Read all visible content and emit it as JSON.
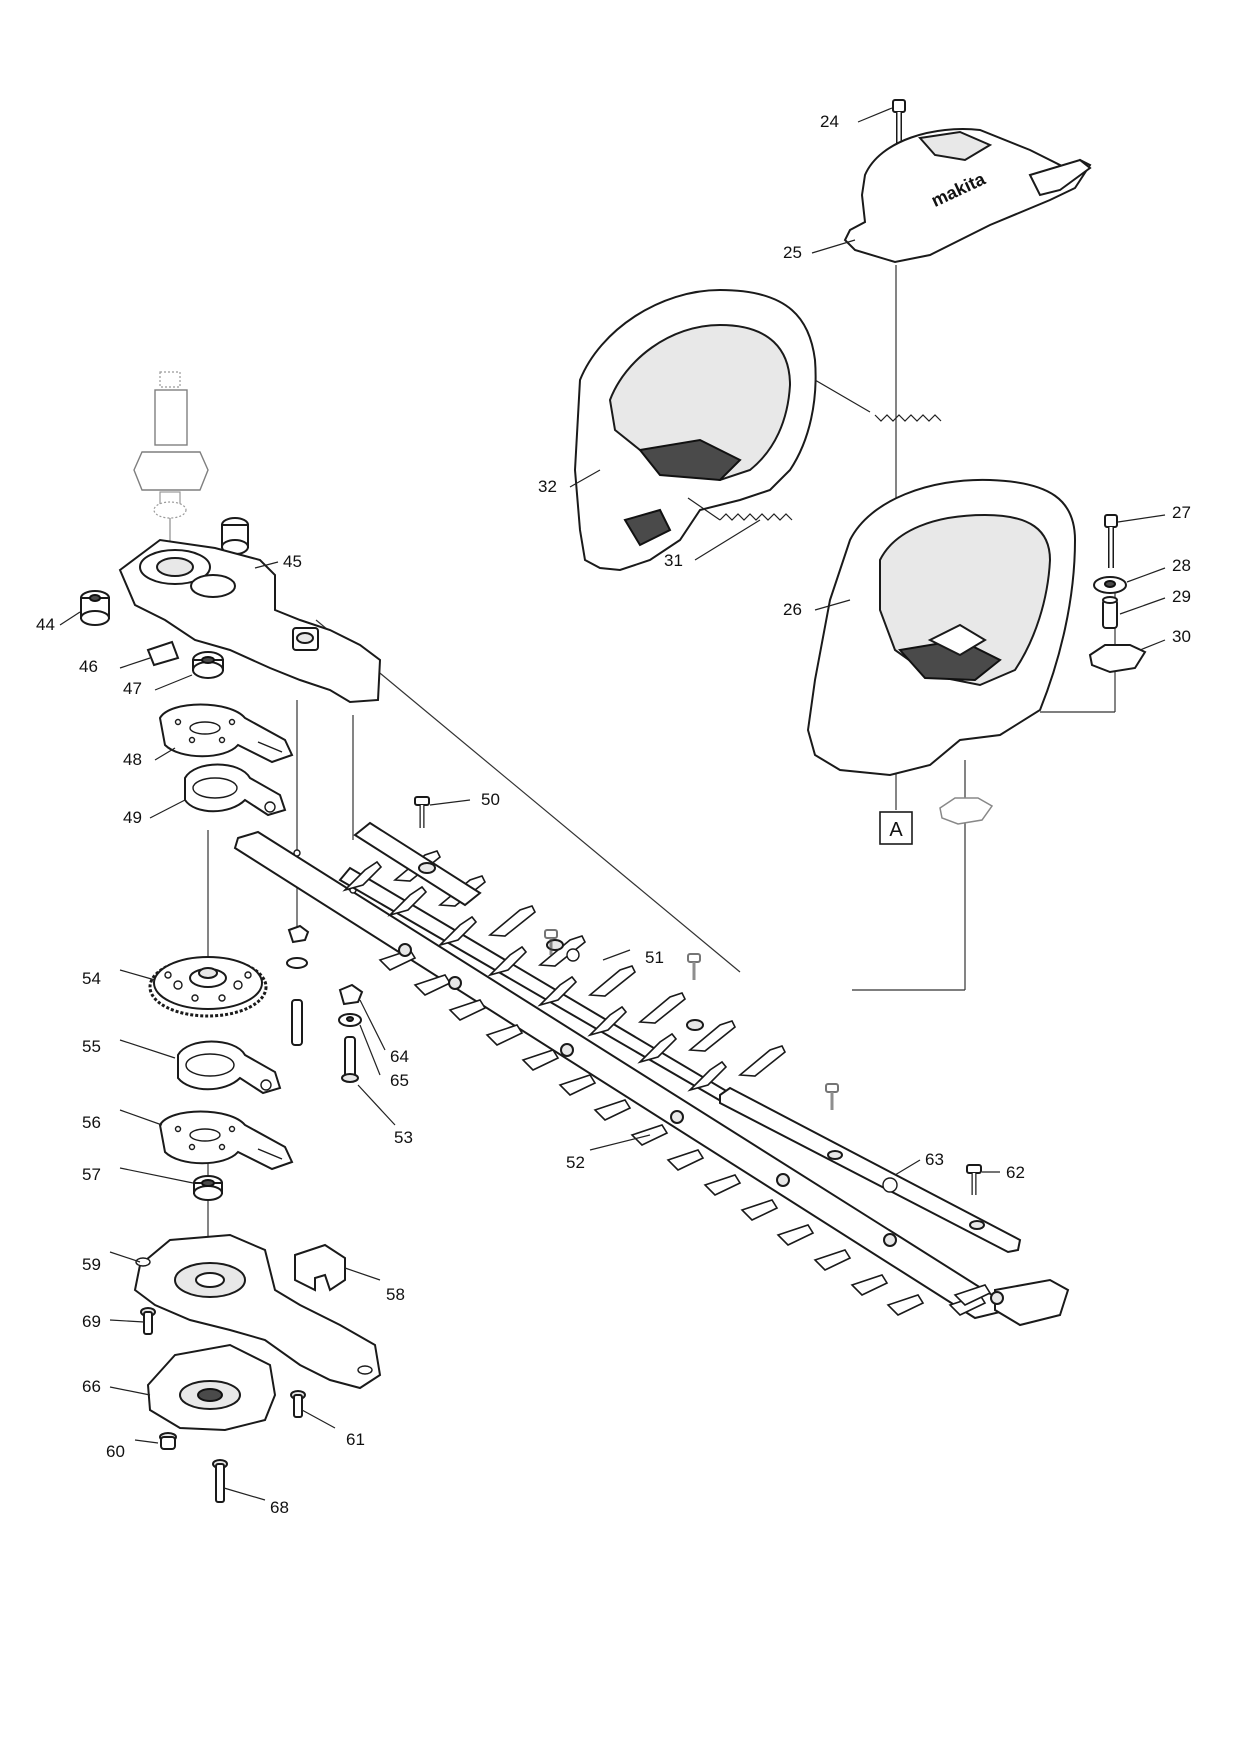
{
  "diagram": {
    "reference_marker": "A",
    "callouts": [
      {
        "id": "24",
        "label": "24"
      },
      {
        "id": "25",
        "label": "25"
      },
      {
        "id": "26",
        "label": "26"
      },
      {
        "id": "27",
        "label": "27"
      },
      {
        "id": "28",
        "label": "28"
      },
      {
        "id": "29",
        "label": "29"
      },
      {
        "id": "30",
        "label": "30"
      },
      {
        "id": "31",
        "label": "31"
      },
      {
        "id": "32",
        "label": "32"
      },
      {
        "id": "44",
        "label": "44"
      },
      {
        "id": "45",
        "label": "45"
      },
      {
        "id": "46",
        "label": "46"
      },
      {
        "id": "47",
        "label": "47"
      },
      {
        "id": "48",
        "label": "48"
      },
      {
        "id": "49",
        "label": "49"
      },
      {
        "id": "50",
        "label": "50"
      },
      {
        "id": "51",
        "label": "51"
      },
      {
        "id": "52",
        "label": "52"
      },
      {
        "id": "53",
        "label": "53"
      },
      {
        "id": "54",
        "label": "54"
      },
      {
        "id": "55",
        "label": "55"
      },
      {
        "id": "56",
        "label": "56"
      },
      {
        "id": "57",
        "label": "57"
      },
      {
        "id": "58",
        "label": "58"
      },
      {
        "id": "59",
        "label": "59"
      },
      {
        "id": "60",
        "label": "60"
      },
      {
        "id": "61",
        "label": "61"
      },
      {
        "id": "62",
        "label": "62"
      },
      {
        "id": "63",
        "label": "63"
      },
      {
        "id": "64",
        "label": "64"
      },
      {
        "id": "65",
        "label": "65"
      },
      {
        "id": "66",
        "label": "66"
      },
      {
        "id": "68",
        "label": "68"
      },
      {
        "id": "69",
        "label": "69"
      }
    ]
  }
}
